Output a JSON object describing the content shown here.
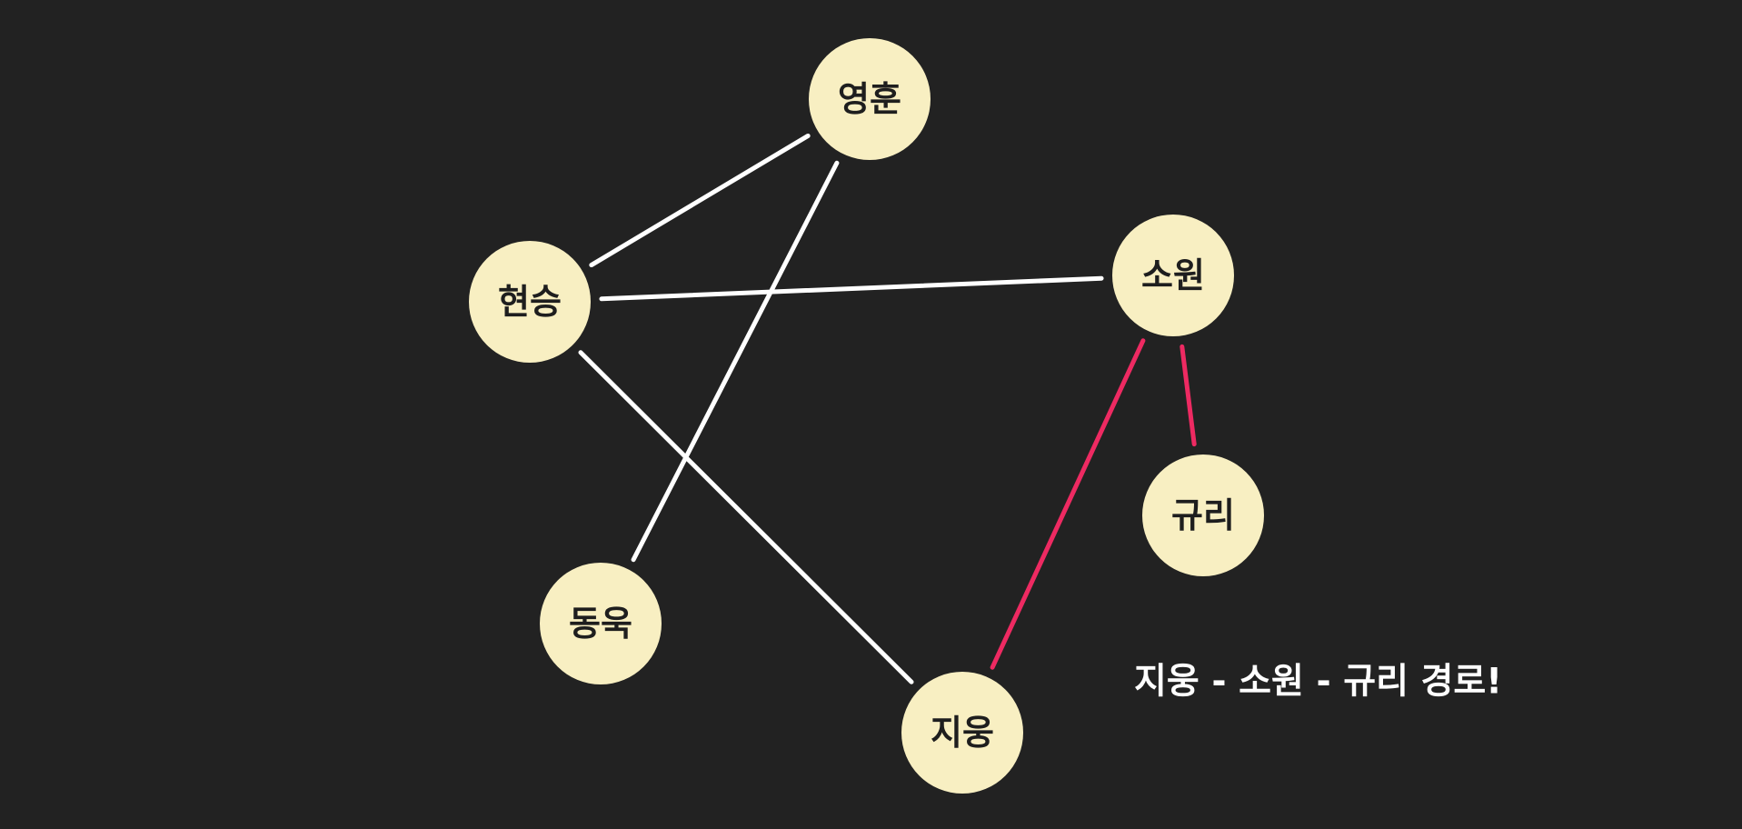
{
  "colors": {
    "background": "#222222",
    "node_fill": "#F8EFC2",
    "node_text": "#1e1e1e",
    "edge_default": "#ffffff",
    "edge_highlight": "#EE2A62",
    "caption": "#ffffff"
  },
  "nodes": [
    {
      "id": "younghoon",
      "label": "영훈"
    },
    {
      "id": "hyunseung",
      "label": "현승"
    },
    {
      "id": "sowon",
      "label": "소원"
    },
    {
      "id": "gyuri",
      "label": "규리"
    },
    {
      "id": "dongwook",
      "label": "동욱"
    },
    {
      "id": "jiwoong",
      "label": "지웅"
    }
  ],
  "edges": [
    {
      "from": "hyunseung",
      "to": "younghoon",
      "highlight": false
    },
    {
      "from": "younghoon",
      "to": "dongwook",
      "highlight": false
    },
    {
      "from": "hyunseung",
      "to": "sowon",
      "highlight": false
    },
    {
      "from": "hyunseung",
      "to": "jiwoong",
      "highlight": false
    },
    {
      "from": "sowon",
      "to": "jiwoong",
      "highlight": true
    },
    {
      "from": "sowon",
      "to": "gyuri",
      "highlight": true
    }
  ],
  "caption": "지웅 - 소원 - 규리 경로!"
}
